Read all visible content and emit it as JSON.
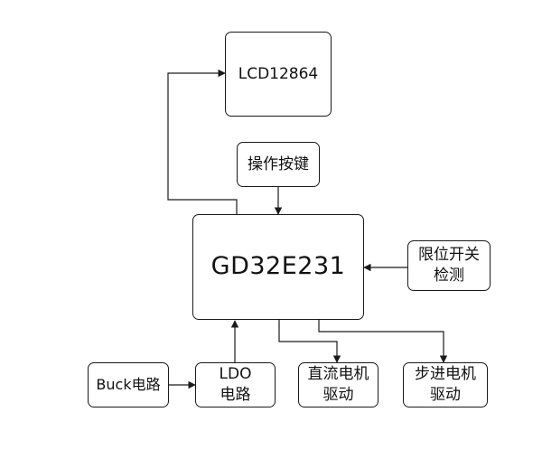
{
  "diagram": {
    "lcd": {
      "label": "LCD12864"
    },
    "keys": {
      "label": "操作按键"
    },
    "mcu": {
      "label": "GD32E231"
    },
    "limit_switch": {
      "line1": "限位开关",
      "line2": "检测"
    },
    "buck": {
      "label": "Buck电路"
    },
    "ldo": {
      "line1": "LDO",
      "line2": "电路"
    },
    "dc_motor": {
      "line1": "直流电机",
      "line2": "驱动"
    },
    "stepper": {
      "line1": "步进电机",
      "line2": "驱动"
    }
  },
  "colors": {
    "stroke": "#1a1a1a",
    "text": "#111111",
    "background": "#ffffff"
  }
}
